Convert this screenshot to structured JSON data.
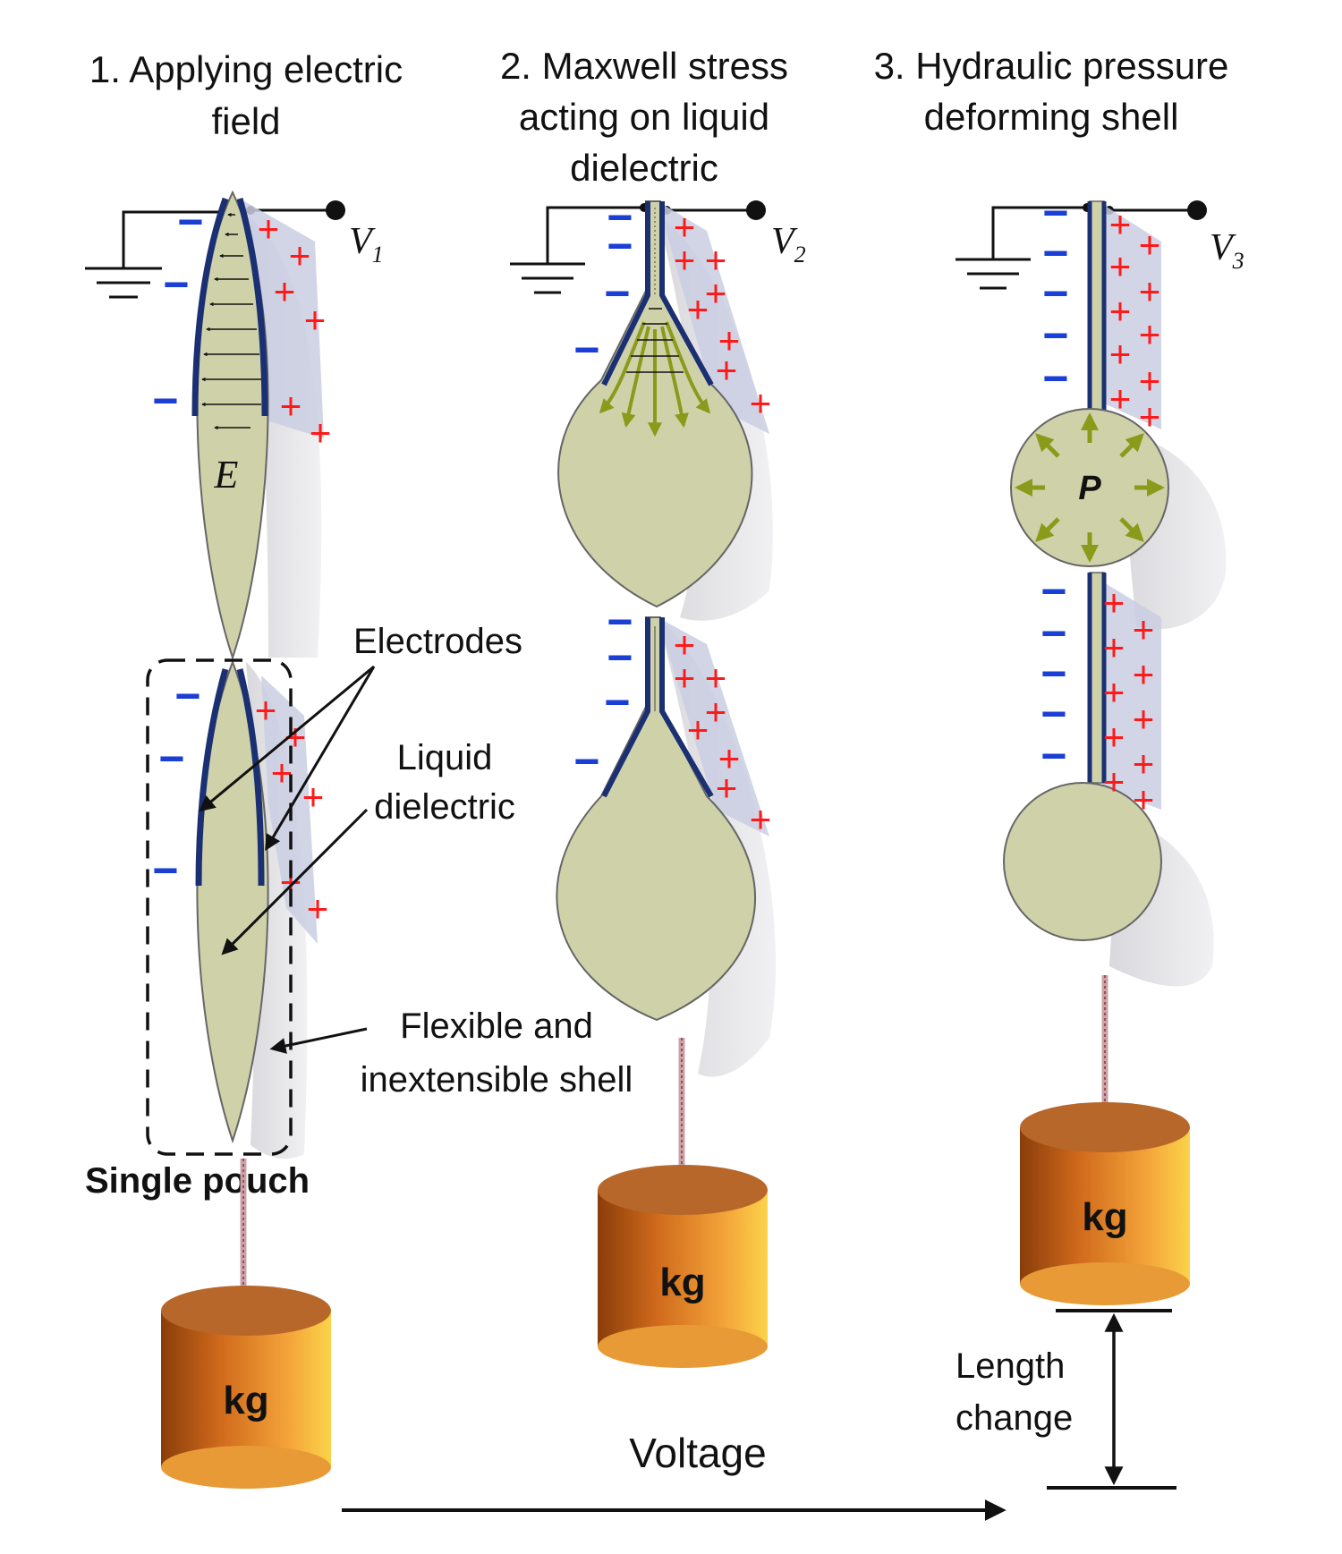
{
  "titles": {
    "step1_line1": "1. Applying electric",
    "step1_line2": "field",
    "step2_line1": "2. Maxwell stress",
    "step2_line2": "acting on liquid",
    "step2_line3": "dielectric",
    "step3_line1": "3. Hydraulic pressure",
    "step3_line2": "deforming shell"
  },
  "voltages": [
    {
      "letter": "V",
      "sub": "1"
    },
    {
      "letter": "V",
      "sub": "2"
    },
    {
      "letter": "V",
      "sub": "3"
    }
  ],
  "labels": {
    "field": "E",
    "pressure": "P",
    "electrodes": "Electrodes",
    "liquid_line1": "Liquid",
    "liquid_line2": "dielectric",
    "shell_line1": "Flexible and",
    "shell_line2": "inextensible shell",
    "single_pouch": "Single pouch",
    "weight": "kg",
    "voltage_axis": "Voltage",
    "length_line1": "Length",
    "length_line2": "change"
  },
  "charges": {
    "negative": "−",
    "positive": "+"
  },
  "colors": {
    "electrode": "#1b2f73",
    "liquid": "#cfd2a9",
    "shell_shadow": "#e3e3e6",
    "electrode_plane": "#c9cee2",
    "negative_charge": "#1a3fd6",
    "positive_charge": "#ff1a1a",
    "pressure_arrow": "#8a9a1a",
    "weight_copper": "#d5731f"
  }
}
